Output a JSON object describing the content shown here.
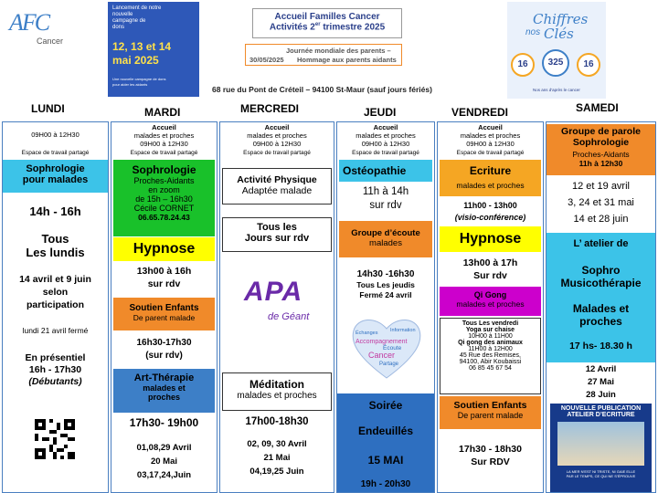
{
  "logo": {
    "letters": "AFC",
    "sub": "Cancer"
  },
  "banner": {
    "line1": "Lancement de notre",
    "line2": "nouvelle",
    "line3": "campagne de",
    "line4": "dons",
    "dates": "12, 13 et 14",
    "month": "mai 2025",
    "small1": "Une nouvelle campagne de dons",
    "small2": "pour aider les aidants"
  },
  "header": {
    "title": "Accueil Familles Cancer",
    "subtitle_pre": "Activités 2",
    "subtitle_sup": "er",
    "subtitle_post": " trimestre 2025",
    "note_date": "30/05/2025",
    "note_line1": "Journée mondiale des parents –",
    "note_line2": "Hommage aux parents aidants"
  },
  "poster": {
    "title1": "Chiffres",
    "title2": "Clés",
    "cap_pre": "nos",
    "n1": "16",
    "n2": "325",
    "n3": "16",
    "footer": "Nos ans d'après le cancer"
  },
  "address": "68 rue du Pont de Créteil – 94100 St-Maur (sauf jours fériés)",
  "days": [
    "LUNDI",
    "MARDI",
    "MERCREDI",
    "JEUDI",
    "VENDREDI",
    "SAMEDI"
  ],
  "lundi": {
    "hours": "09H00 à 12H30",
    "space": "Espace de travail partagé",
    "soph_title1": "Sophrologie",
    "soph_title2": "pour malades",
    "time": "14h - 16h",
    "tous1": "Tous",
    "tous2": "Les lundis",
    "dates1": "14 avril et 9 juin",
    "dates2": "selon",
    "dates3": "participation",
    "closed": "lundi 21 avril fermé",
    "pres1": "En présentiel",
    "pres2": "16h - 17h30",
    "pres3": "(Débutants)"
  },
  "mardi": {
    "accueil": "Accueil",
    "accueil2": "malades et proches",
    "hours": "09H00 à 12H30",
    "space": "Espace de travail partagé",
    "soph": "Sophrologie",
    "soph2": "Proches-Aidants",
    "soph3": "en zoom",
    "soph4": "de 15h – 16h30",
    "soph5": "Cécile CORNET",
    "soph6": "06.65.78.24.43",
    "hyp": "Hypnose",
    "hyp_time1": "13h00 à 16h",
    "hyp_time2": "sur rdv",
    "sout1": "Soutien Enfants",
    "sout2": "De parent malade",
    "sout_time1": "16h30-17h30",
    "sout_time2": "(sur rdv)",
    "art1": "Art-Thérapie",
    "art2": "malades et",
    "art3": "proches",
    "art_time": "17h30- 19h00",
    "art_d1": "01,08,29 Avril",
    "art_d2": "20 Mai",
    "art_d3": "03,17,24,Juin"
  },
  "mercredi": {
    "accueil": "Accueil",
    "accueil2": "malades et proches",
    "hours": "09H00 à 12H30",
    "space": "Espace de travail partagé",
    "act1": "Activité Physique",
    "act2": "Adaptée malade",
    "tous1": "Tous les",
    "tous2": "Jours sur rdv",
    "apa1": "APA",
    "apa2": "de Géant",
    "med1": "Méditation",
    "med2": "malades et proches",
    "med_time": "17h00-18h30",
    "med_d1": "02, 09, 30 Avril",
    "med_d2": "21 Mai",
    "med_d3": "04,19,25 Juin"
  },
  "jeudi": {
    "accueil": "Accueil",
    "accueil2": "malades et proches",
    "hours": "09H00 à 12H30",
    "space": "Espace de travail partagé",
    "ost": "Ostéopathie",
    "ost_t1": "11h à 14h",
    "ost_t2": "sur rdv",
    "grp1": "Groupe d’écoute",
    "grp2": "malades",
    "grp_t1": "14h30 -16h30",
    "grp_t2": "Tous Les jeudis",
    "grp_t3": "Fermé 24 avril",
    "heart1": "Échanges",
    "heart2": "Information",
    "heart3": "Accompagnement",
    "heart4": "Écoute",
    "heart5": "Cancer",
    "heart6": "Partage",
    "soir1": "Soirée",
    "soir2": "Endeuillés",
    "soir3": "15 MAI",
    "soir4": "19h - 20h30"
  },
  "vendredi": {
    "accueil": "Accueil",
    "accueil2": "malades et proches",
    "hours": "09H00 à 12H30",
    "space": "Espace de travail partagé",
    "ecr1": "Ecriture",
    "ecr2": "malades et proches",
    "ecr_t1": "11h00 - 13h00",
    "ecr_t2": "(visio-conférence)",
    "hyp": "Hypnose",
    "hyp_t1": "13h00 à 17h",
    "hyp_t2": "Sur rdv",
    "qi1": "Qi Gong",
    "qi2": "malades et proches",
    "y1": "Tous Les vendredi",
    "y2": "Yoga sur chaise",
    "y3": "10H00 à 11H00",
    "y4": "Qi gong des animaux",
    "y5": "11H00 à 12H00",
    "y6": "45 Rue des Remises,",
    "y7": "94100, Abir Koubaissi",
    "y8": "06 85 45 67 54",
    "sout1": "Soutien Enfants",
    "sout2": "De parent malade",
    "sout_t1": "17h30 - 18h30",
    "sout_t2": "Sur RDV"
  },
  "samedi": {
    "g1": "Groupe de parole",
    "g2": "Sophrologie",
    "g3": "Proches-Aidants",
    "g4": "11h à 12h30",
    "d1": "12 et 19 avril",
    "d2": "3, 24 et 31 mai",
    "d3": "14 et 28 juin",
    "at1": "L’ atelier de",
    "at2": "Sophro",
    "at3": "Musicothérapie",
    "at4": "Malades et",
    "at5": "proches",
    "at6": "17 hs- 18.30 h",
    "m1": "12 Avril",
    "m2": "27 Mai",
    "m3": "28 Juin",
    "pub1": "NOUVELLE PUBLICATION",
    "pub2": "ATELIER D’ECRITURE",
    "pub3": "LA MER N’EST NI TRISTE, NI GAIE ELLE",
    "pub4": "PAR LE TEMPS, CE QUI NE S’ÉPROUVE"
  },
  "colors": {
    "border": "#4a7fc0",
    "cyan": "#3cc3e8",
    "green": "#19c12a",
    "yellow": "#ffff00",
    "orange": "#f08a2a",
    "blue": "#3d7fc7",
    "magenta": "#cc00cc",
    "darkblue": "#2e6fc0"
  }
}
